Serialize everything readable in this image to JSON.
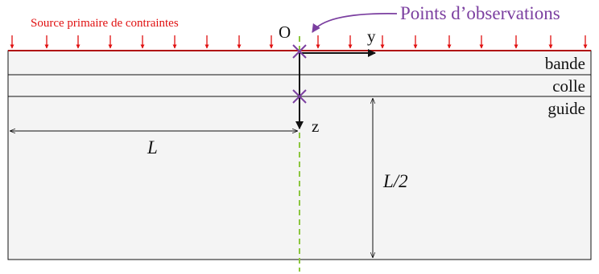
{
  "figure": {
    "source_label": "Source primaire de contraintes",
    "observation_label": "Points d’observations",
    "origin_label": "O",
    "axis_y_label": "y",
    "axis_z_label": "z",
    "layers": [
      "bande",
      "colle",
      "guide"
    ],
    "length_label": "L",
    "half_length_label": "L/2",
    "colors": {
      "source": "#e01010",
      "observation": "#7b3fa0",
      "centerline": "#8cc63f",
      "layer_fill": "#f4f4f4",
      "outline": "#111111"
    }
  }
}
